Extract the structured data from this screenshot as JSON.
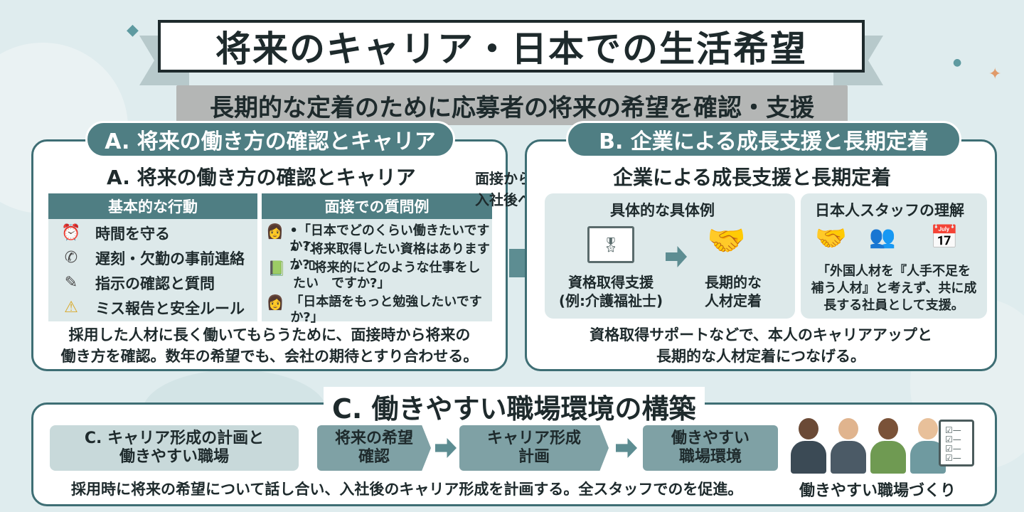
{
  "title": "将来のキャリア・日本での生活希望",
  "subtitle": "長期的な定着のために応募者の将来の希望を確認・支援",
  "section_a": {
    "pill": "A. 将来の働き方の確認とキャリア",
    "heading": "A. 将来の働き方の確認とキャリア",
    "col1_title": "基本的な行動",
    "actions": [
      {
        "icon": "alarm-clock-icon",
        "glyph": "⏰",
        "label": "時間を守る"
      },
      {
        "icon": "phone-icon",
        "glyph": "✆",
        "label": "遅刻・欠勤の事前連絡"
      },
      {
        "icon": "clipboard-pen-icon",
        "glyph": "✎",
        "label": "指示の確認と質問"
      },
      {
        "icon": "warning-icon",
        "glyph": "⚠",
        "label": "ミス報告と安全ルール"
      }
    ],
    "col2_title": "面接での質問例",
    "questions": [
      "•「日本でどのくらい働きたいですか?」",
      "•「将来取得したい資格はありますか?」",
      "•「将来的にどのような仕事をしたい　ですか?」",
      "「日本語をもっと勉強したいですか?」"
    ],
    "note_lines": [
      "採用した人材に長く働いてもらうために、面接時から将来の",
      "働き方を確認。数年の希望でも、会社の期待とすり合わせる。"
    ]
  },
  "middle": {
    "label_line1": "面接からB.",
    "label_line2": "入社後へ"
  },
  "section_b": {
    "pill": "B. 企業による成長支援と長期定着",
    "heading": "企業による成長支援と長期定着",
    "card1_title": "具体的な具体例",
    "card1_left_lines": [
      "資格取得支援",
      "(例:介護福祉士)"
    ],
    "card1_right_lines": [
      "長期的な",
      "人材定着"
    ],
    "card2_title": "日本人スタッフの理解",
    "card2_lines": [
      "「外国人材を『人手不足を",
      "補う人材』と考えず、共に成",
      "長する社員として支援。"
    ],
    "note_lines": [
      "資格取得サポートなどで、本人のキャリアアップと",
      "長期的な人材定着につなげる。"
    ]
  },
  "section_c": {
    "heading": "C. 働きやすい職場環境の構築",
    "flow": [
      [
        "C. キャリア形成の計画と",
        "働きやすい職場"
      ],
      [
        "将来の希望",
        "確認"
      ],
      [
        "キャリア形成",
        "計画"
      ],
      [
        "働きやすい",
        "職場環境"
      ]
    ],
    "note": "採用時に将来の希望について話し合い、入社後のキャリア形成を計画する。全スタッフでのを促進。",
    "image_caption": "働きやすい職場づくり"
  },
  "colors": {
    "accent": "#4f7e83",
    "panel_border": "#3e6e74",
    "background": "#dfecee",
    "card": "#dde9ea"
  }
}
